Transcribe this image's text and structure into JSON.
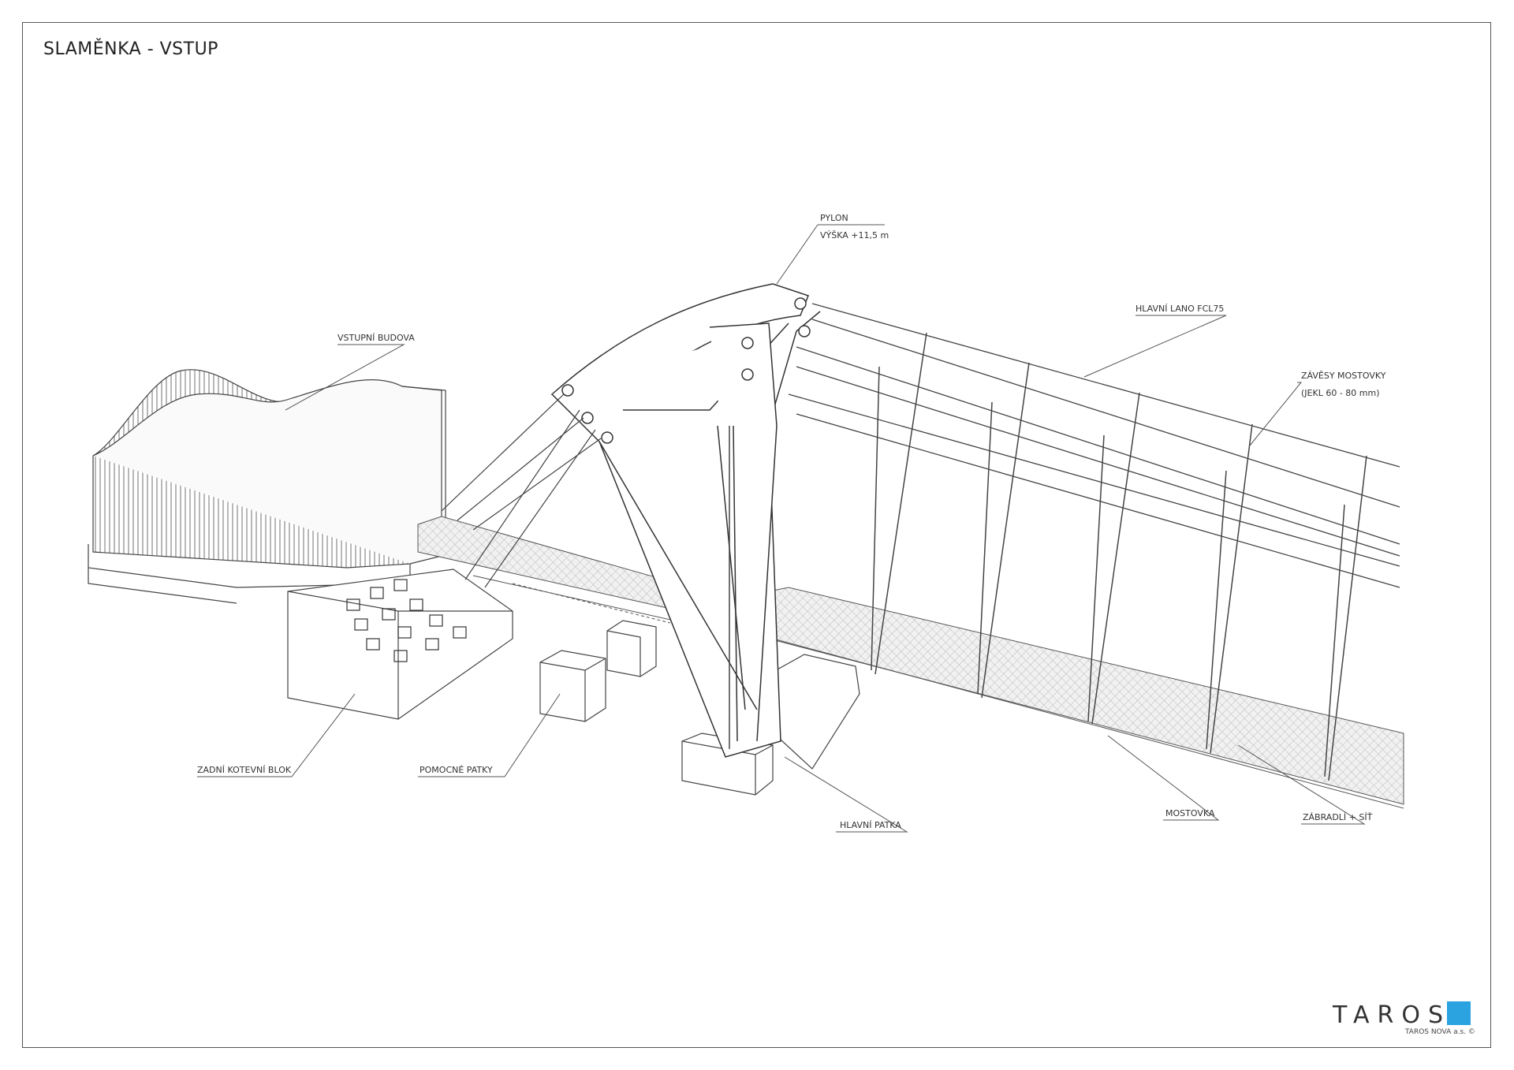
{
  "title": "SLAMĚNKA - VSTUP",
  "labels": {
    "pylon": "PYLON",
    "pylon_height": "VÝŠKA +11,5 m",
    "vstupni_budova": "VSTUPNÍ BUDOVA",
    "hlavni_lano": "HLAVNÍ LANO FCL75",
    "zavesy": "ZÁVĚSY MOSTOVKY",
    "zavesy_sub": "(JEKL 60 - 80 mm)",
    "zadni_blok": "ZADNÍ KOTEVNÍ BLOK",
    "pomocne_patky": "POMOCNÉ PATKY",
    "hlavni_patka": "HLAVNÍ PATKA",
    "mostovka": "MOSTOVKA",
    "zabradli": "ZÁBRADLÍ + SÍŤ"
  },
  "logo": {
    "name": "TAROS",
    "sub": "TAROS NOVA a.s. ©",
    "accent": "#2aa3e0"
  }
}
